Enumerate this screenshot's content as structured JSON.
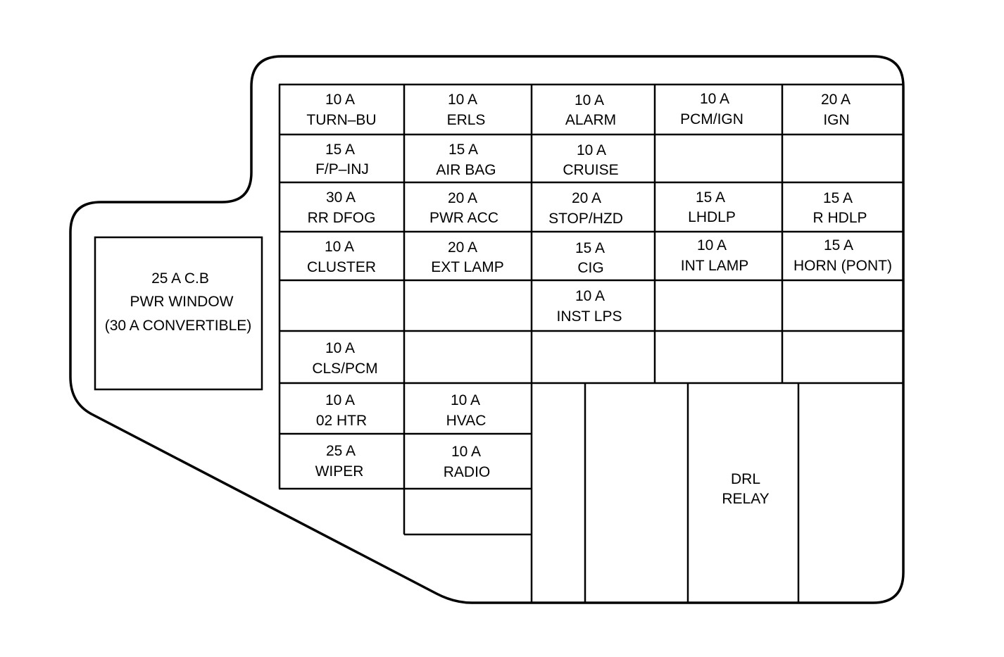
{
  "circuit_breaker": {
    "rating": "25 A C.B",
    "name": "PWR WINDOW",
    "note": "(30 A CONVERTIBLE)"
  },
  "fuses": {
    "turn_bu": {
      "rating": "10 A",
      "name": "TURN–BU"
    },
    "erls": {
      "rating": "10 A",
      "name": "ERLS"
    },
    "alarm": {
      "rating": "10 A",
      "name": "ALARM"
    },
    "pcm_ign": {
      "rating": "10 A",
      "name": "PCM/IGN"
    },
    "ign": {
      "rating": "20 A",
      "name": "IGN"
    },
    "fp_inj": {
      "rating": "15 A",
      "name": "F/P–INJ"
    },
    "air_bag": {
      "rating": "15 A",
      "name": "AIR BAG"
    },
    "cruise": {
      "rating": "10 A",
      "name": "CRUISE"
    },
    "rr_dfog": {
      "rating": "30 A",
      "name": "RR DFOG"
    },
    "pwr_acc": {
      "rating": "20 A",
      "name": "PWR ACC"
    },
    "stop_hzd": {
      "rating": "20 A",
      "name": "STOP/HZD"
    },
    "lhdlp": {
      "rating": "15 A",
      "name": "LHDLP"
    },
    "r_hdlp": {
      "rating": "15 A",
      "name": "R HDLP"
    },
    "cluster": {
      "rating": "10 A",
      "name": "CLUSTER"
    },
    "ext_lamp": {
      "rating": "20 A",
      "name": "EXT LAMP"
    },
    "cig": {
      "rating": "15 A",
      "name": "CIG"
    },
    "int_lamp": {
      "rating": "10 A",
      "name": "INT LAMP"
    },
    "horn_pont": {
      "rating": "15 A",
      "name": "HORN (PONT)"
    },
    "inst_lps": {
      "rating": "10 A",
      "name": "INST LPS"
    },
    "cls_pcm": {
      "rating": "10 A",
      "name": "CLS/PCM"
    },
    "o2_htr": {
      "rating": "10 A",
      "name": "02 HTR"
    },
    "hvac": {
      "rating": "10 A",
      "name": "HVAC"
    },
    "wiper": {
      "rating": "25 A",
      "name": "WIPER"
    },
    "radio": {
      "rating": "10 A",
      "name": "RADIO"
    }
  },
  "relay": {
    "line1": "DRL",
    "line2": "RELAY"
  }
}
